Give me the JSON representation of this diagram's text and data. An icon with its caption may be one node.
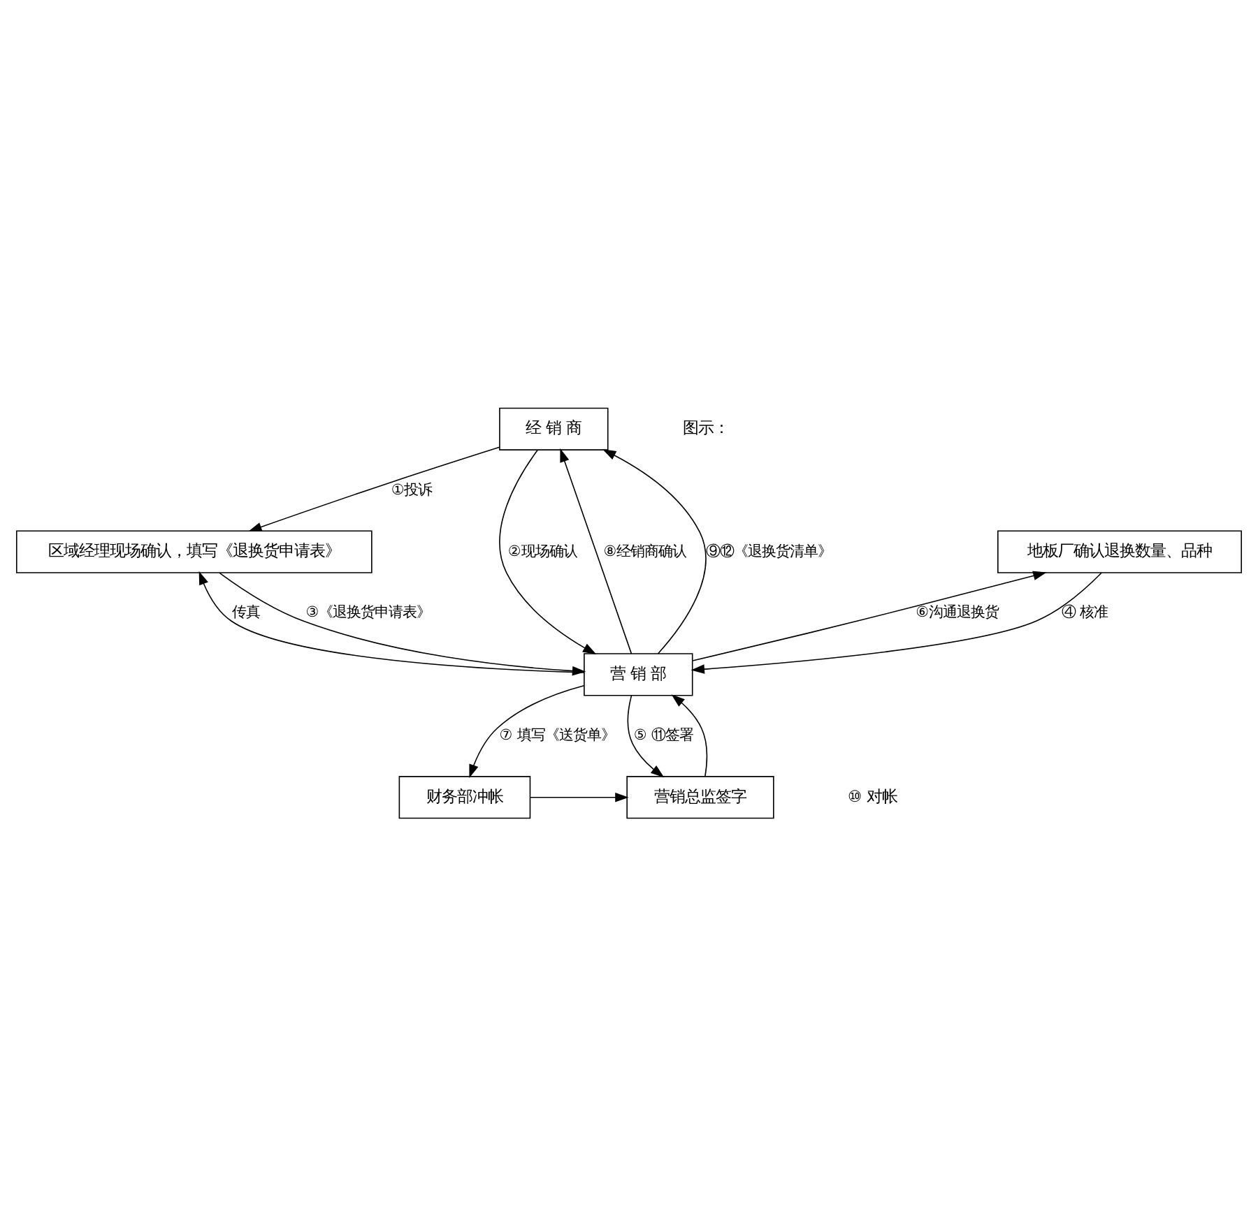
{
  "diagram": {
    "nodes": [
      {
        "text": [
          "经 销 商"
        ]
      },
      {
        "text": [
          "区域经理现场确认，填写《退换货申请表》"
        ]
      },
      {
        "text": [
          "地板厂确认退换数量、品种"
        ]
      },
      {
        "text": [
          "营 销 部"
        ]
      },
      {
        "text": [
          "营销总监签字"
        ]
      },
      {
        "text": [
          "财务部冲帐"
        ]
      }
    ],
    "edges": [
      {
        "from": 0,
        "to": 1,
        "arrow": "to",
        "label": "①投诉"
      },
      {
        "from": 0,
        "to": 3,
        "arrow": "to",
        "label": "②现场确认"
      },
      {
        "from": 1,
        "to": 3,
        "arrow": "to",
        "label": "③《退换货申请表》"
      },
      {
        "from": 2,
        "to": 3,
        "arrow": "to",
        "label": "④ 核准"
      },
      {
        "from": 3,
        "to": 2,
        "arrow": "to",
        "label": "⑥沟通退换货"
      },
      {
        "from": 3,
        "to": 0,
        "arrow": "to",
        "label": "⑧经销商确认"
      },
      {
        "from": 3,
        "to": 0,
        "arrow": "to",
        "label": "⑨⑫《退换货清单》"
      },
      {
        "from": 3,
        "to": 1,
        "arrow": "to",
        "label": "传真"
      },
      {
        "from": 3,
        "to": 5,
        "arrow": "to",
        "label": "⑦ 填写《送货单》"
      },
      {
        "from": 3,
        "to": 4,
        "arrow": "to",
        "label": "⑤ ⑪签署"
      },
      {
        "from": 4,
        "to": 3,
        "arrow": "to"
      },
      {
        "from": 5,
        "to": 4,
        "arrow": "to"
      }
    ],
    "labels": [
      "图示：",
      "⑩ 对帐"
    ]
  }
}
